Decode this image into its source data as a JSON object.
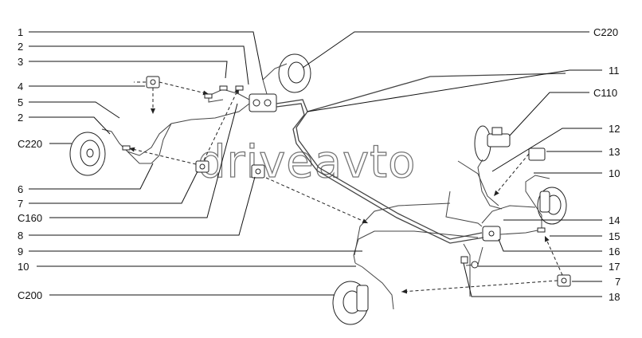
{
  "watermark": "driveavto",
  "callouts_left": {
    "c1": "1",
    "c2a": "2",
    "c3": "3",
    "c4": "4",
    "c5": "5",
    "c2b": "2",
    "c220_left": "C220",
    "c6": "6",
    "c7": "7",
    "c160": "C160",
    "c8": "8",
    "c9": "9",
    "c10": "10",
    "c200": "C200"
  },
  "callouts_right": {
    "c220_right": "C220",
    "c11": "11",
    "c110": "C110",
    "c12": "12",
    "c13": "13",
    "c10": "10",
    "c14": "14",
    "c15": "15",
    "c16": "16",
    "c17": "17",
    "c7": "7",
    "c18": "18"
  }
}
